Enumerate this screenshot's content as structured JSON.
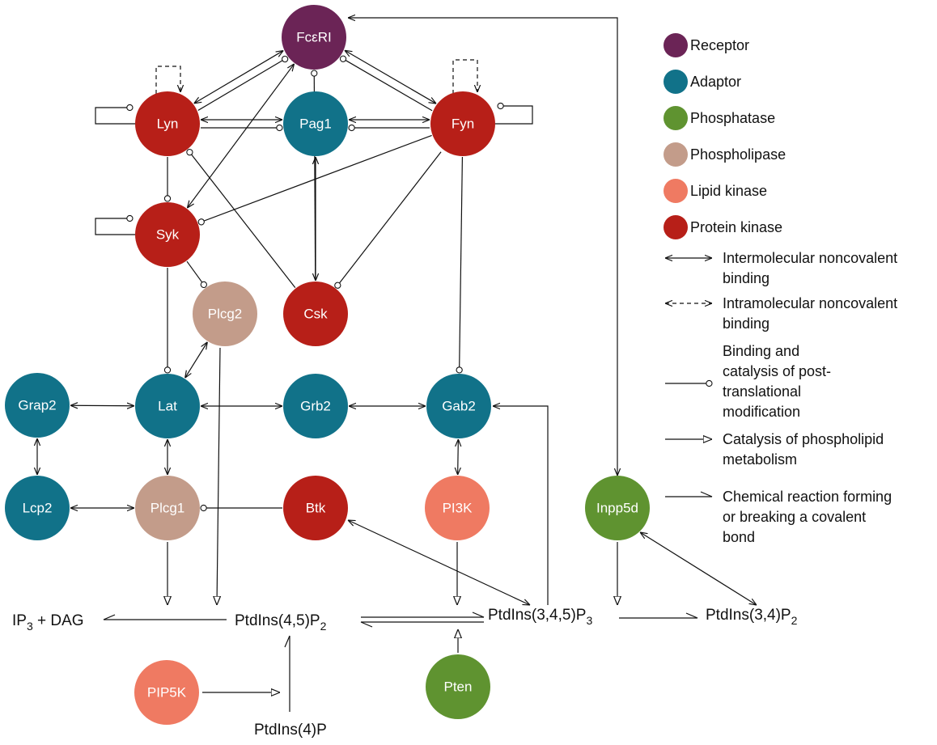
{
  "colors": {
    "receptor": "#6b2456",
    "adaptor": "#117289",
    "phosphatase": "#5f9330",
    "phospholipase": "#c39c8a",
    "lipid_kinase": "#ef7a62",
    "protein_kinase": "#b71f18"
  },
  "nodes": [
    {
      "id": "fceri",
      "label": "FcεRI",
      "category": "receptor"
    },
    {
      "id": "lyn",
      "label": "Lyn",
      "category": "protein_kinase"
    },
    {
      "id": "pag1",
      "label": "Pag1",
      "category": "adaptor"
    },
    {
      "id": "fyn",
      "label": "Fyn",
      "category": "protein_kinase"
    },
    {
      "id": "syk",
      "label": "Syk",
      "category": "protein_kinase"
    },
    {
      "id": "plcg2",
      "label": "Plcg2",
      "category": "phospholipase"
    },
    {
      "id": "csk",
      "label": "Csk",
      "category": "protein_kinase"
    },
    {
      "id": "grap2",
      "label": "Grap2",
      "category": "adaptor"
    },
    {
      "id": "lat",
      "label": "Lat",
      "category": "adaptor"
    },
    {
      "id": "grb2",
      "label": "Grb2",
      "category": "adaptor"
    },
    {
      "id": "gab2",
      "label": "Gab2",
      "category": "adaptor"
    },
    {
      "id": "lcp2",
      "label": "Lcp2",
      "category": "adaptor"
    },
    {
      "id": "plcg1",
      "label": "Plcg1",
      "category": "phospholipase"
    },
    {
      "id": "btk",
      "label": "Btk",
      "category": "protein_kinase"
    },
    {
      "id": "pi3k",
      "label": "PI3K",
      "category": "lipid_kinase"
    },
    {
      "id": "inpp5d",
      "label": "Inpp5d",
      "category": "phosphatase"
    },
    {
      "id": "pip5k",
      "label": "PIP5K",
      "category": "lipid_kinase"
    },
    {
      "id": "pten",
      "label": "Pten",
      "category": "phosphatase"
    }
  ],
  "metabolites": {
    "ip3dag": {
      "pre": "IP",
      "sub": "3",
      "post": " + DAG"
    },
    "pip2_45": {
      "pre": "PtdIns(4,5)P",
      "sub": "2",
      "post": ""
    },
    "pip3": {
      "pre": "PtdIns(3,4,5)P",
      "sub": "3",
      "post": ""
    },
    "pip2_34": {
      "pre": "PtdIns(3,4)P",
      "sub": "2",
      "post": ""
    },
    "pip4": {
      "pre": "PtdIns(4)P",
      "sub": "",
      "post": ""
    }
  },
  "legend": {
    "categories": [
      {
        "key": "receptor",
        "label": "Receptor"
      },
      {
        "key": "adaptor",
        "label": "Adaptor"
      },
      {
        "key": "phosphatase",
        "label": "Phosphatase"
      },
      {
        "key": "phospholipase",
        "label": "Phospholipase"
      },
      {
        "key": "lipid_kinase",
        "label": "Lipid kinase"
      },
      {
        "key": "protein_kinase",
        "label": "Protein kinase"
      }
    ],
    "edges": [
      {
        "style": "double-arrow",
        "lines": [
          "Intermolecular noncovalent",
          "binding"
        ]
      },
      {
        "style": "dashed-double-arrow",
        "lines": [
          "Intramolecular noncovalent",
          "binding"
        ]
      },
      {
        "style": "circle",
        "lines": [
          "Binding and",
          "catalysis of post-",
          "translational",
          "modification"
        ]
      },
      {
        "style": "open-arrow",
        "lines": [
          "Catalysis of phospholipid",
          "metabolism"
        ]
      },
      {
        "style": "half-arrow",
        "lines": [
          "Chemical reaction forming",
          "or breaking a covalent",
          "bond"
        ]
      }
    ]
  }
}
